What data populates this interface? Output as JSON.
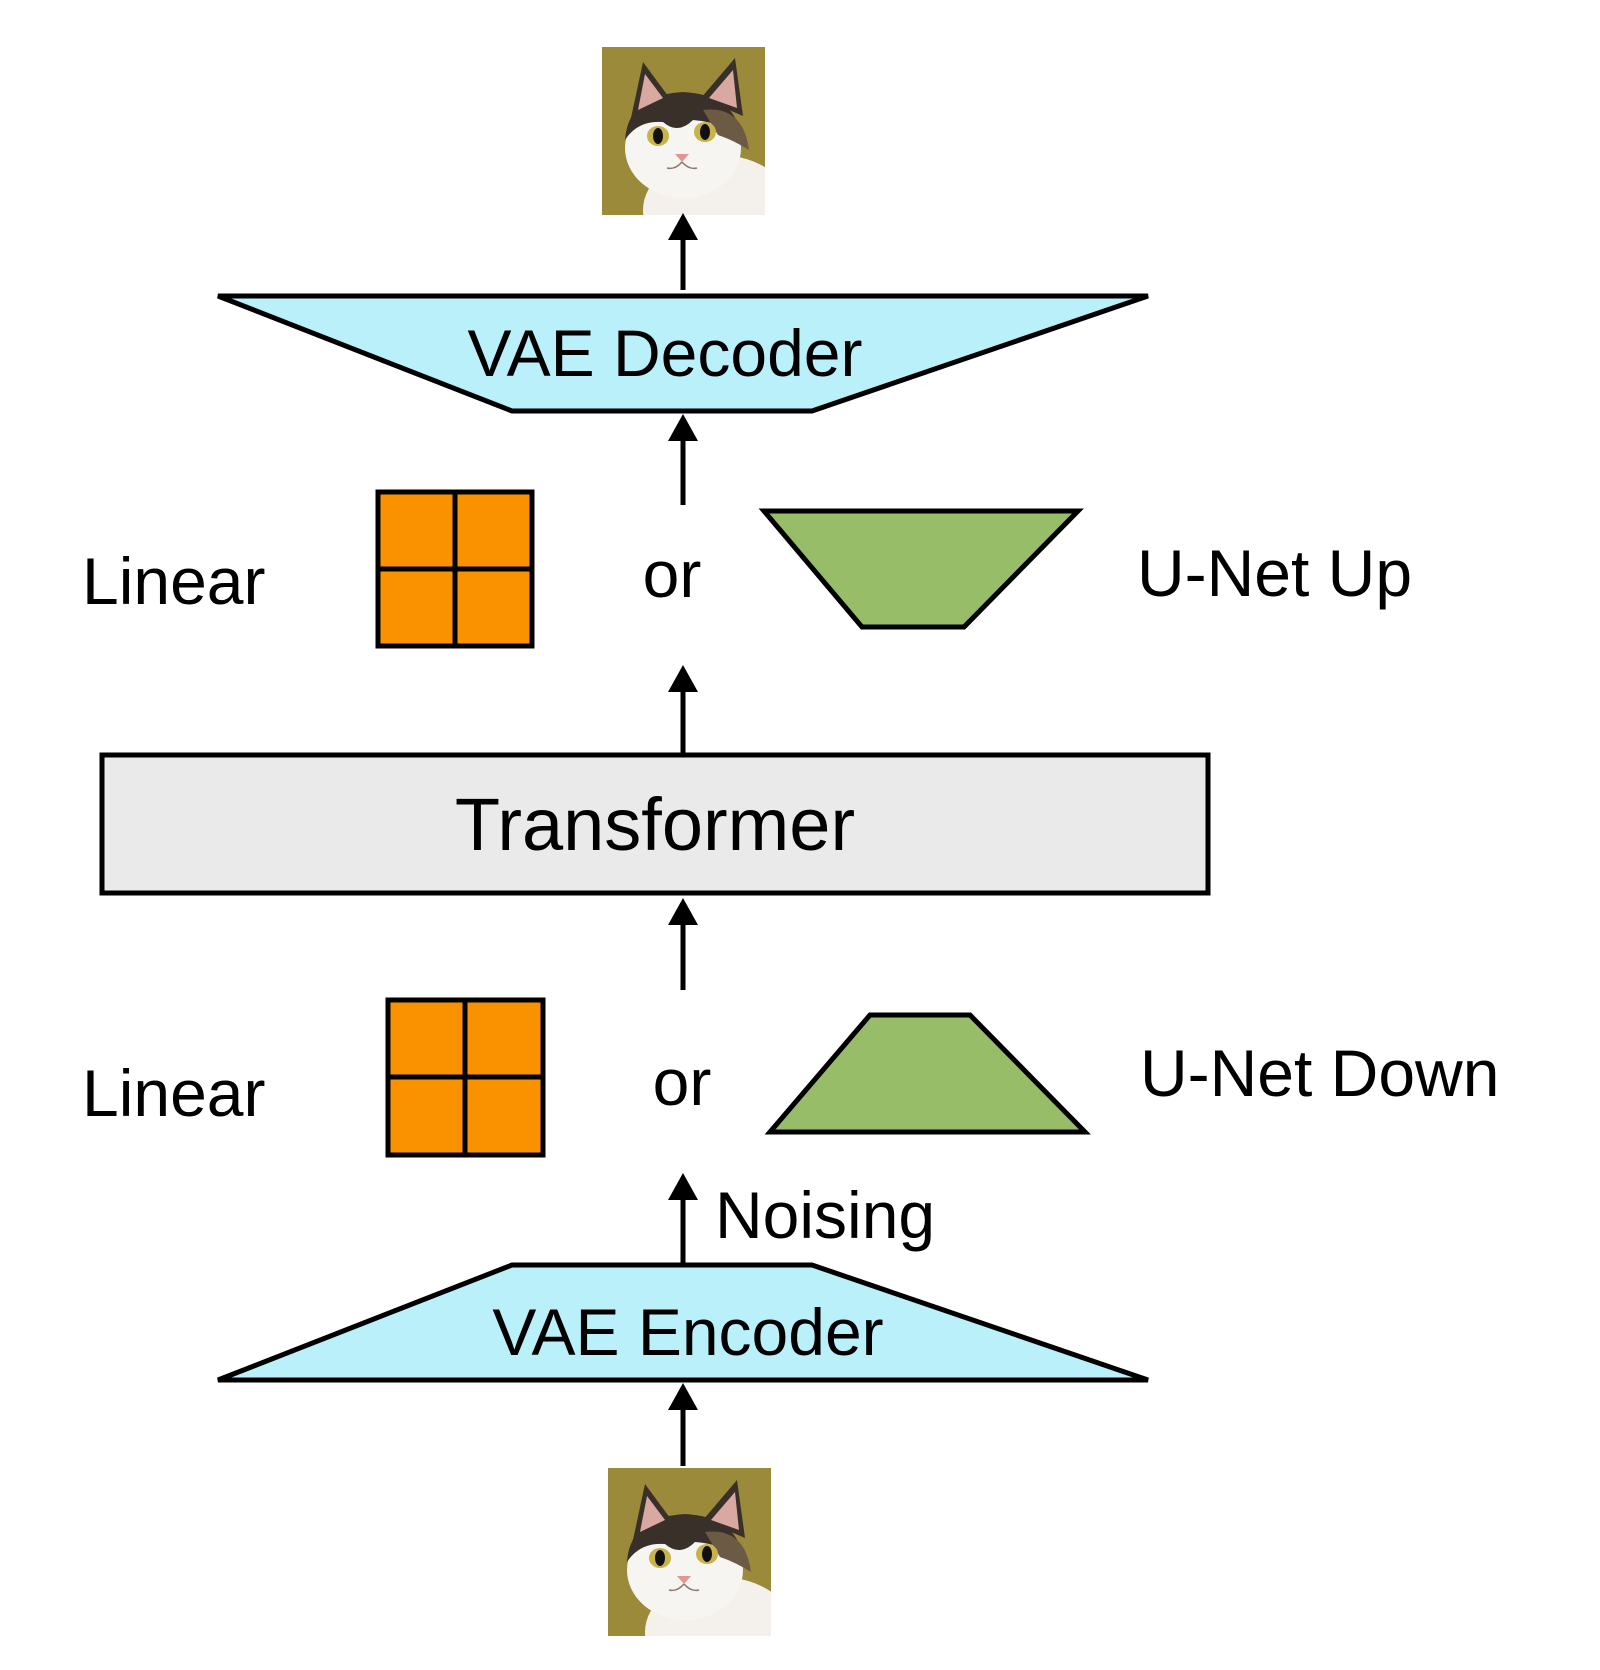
{
  "colors": {
    "vae_fill": "#b9f0fa",
    "linear_fill": "#fa9200",
    "unet_fill": "#97bd69",
    "transformer_fill": "#eaeaea",
    "stroke": "#000000",
    "cat_background": "#9a8a3a"
  },
  "icons": {
    "output_image": "cat-photo-icon",
    "input_image": "cat-photo-icon"
  },
  "labels": {
    "vae_decoder": "VAE Decoder",
    "linear_top": "Linear",
    "or_top": "or",
    "unet_up": "U-Net Up",
    "transformer": "Transformer",
    "linear_bottom": "Linear",
    "or_bottom": "or",
    "unet_down": "U-Net Down",
    "noising": "Noising",
    "vae_encoder": "VAE Encoder"
  }
}
